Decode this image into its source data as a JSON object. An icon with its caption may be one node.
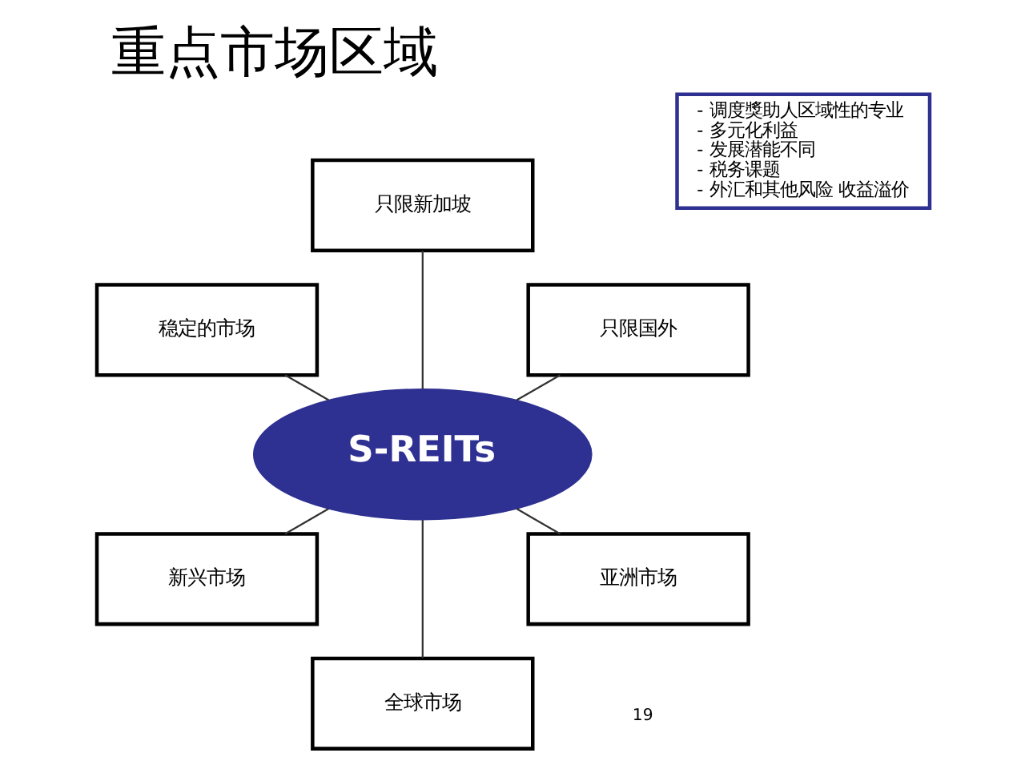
{
  "diagram": {
    "title": "重点市场区域",
    "nodes": [
      {
        "text": [
          "只限新加坡"
        ]
      },
      {
        "text": [
          "只限国外"
        ]
      },
      {
        "text": [
          "稳定的市场"
        ]
      },
      {
        "text": [
          "S-REITs"
        ]
      },
      {
        "text": [
          "亚洲市场"
        ]
      },
      {
        "text": [
          "新兴市场"
        ]
      },
      {
        "text": [
          "全球市场"
        ]
      },
      {
        "text": [
          "- 调度獎助人区域性的专业",
          "- 多元化利益",
          "- 发展潜能不同",
          "- 税务课题",
          "- 外汇和其他风险 收益溢价"
        ]
      }
    ],
    "edges": [
      {
        "from": 3,
        "to": 0,
        "arrow": "none"
      },
      {
        "from": 3,
        "to": 1,
        "arrow": "none"
      },
      {
        "from": 3,
        "to": 4,
        "arrow": "none"
      },
      {
        "from": 3,
        "to": 6,
        "arrow": "none"
      },
      {
        "from": 3,
        "to": 5,
        "arrow": "none"
      },
      {
        "from": 3,
        "to": 2,
        "arrow": "none"
      }
    ],
    "labels": [
      "19"
    ]
  }
}
